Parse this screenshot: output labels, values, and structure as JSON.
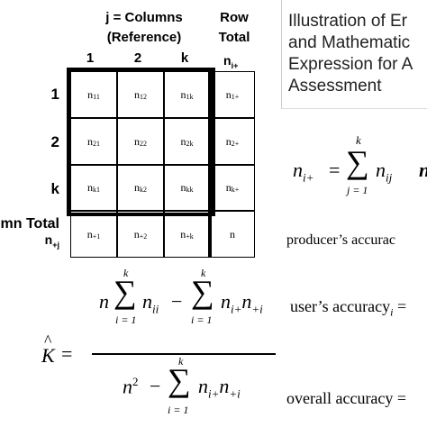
{
  "matrix": {
    "col_header_line1": "j = Columns",
    "col_header_line2": "(Reference)",
    "col_labels": [
      "1",
      "2",
      "k"
    ],
    "row_total_line1": "Row",
    "row_total_line2": "Total",
    "row_total_sym": "n",
    "row_total_sub": "i+",
    "row_labels": [
      "1",
      "2",
      "k"
    ],
    "col_total_label": "mn Total",
    "col_total_sym": "n",
    "col_total_sub": "+j",
    "cells": [
      [
        {
          "b": "n",
          "s": "11"
        },
        {
          "b": "n",
          "s": "12"
        },
        {
          "b": "n",
          "s": "1k"
        },
        {
          "b": "n",
          "s": "1+"
        }
      ],
      [
        {
          "b": "n",
          "s": "21"
        },
        {
          "b": "n",
          "s": "22"
        },
        {
          "b": "n",
          "s": "2k"
        },
        {
          "b": "n",
          "s": "2+"
        }
      ],
      [
        {
          "b": "n",
          "s": "k1"
        },
        {
          "b": "n",
          "s": "k2"
        },
        {
          "b": "n",
          "s": "kk"
        },
        {
          "b": "n",
          "s": "k+"
        }
      ],
      [
        {
          "b": "n",
          "s": "+1"
        },
        {
          "b": "n",
          "s": "+2"
        },
        {
          "b": "n",
          "s": "+k"
        },
        {
          "b": "n",
          "s": ""
        }
      ]
    ]
  },
  "title_lines": [
    "Illustration of Er",
    "and Mathematic",
    "Expression for A",
    "Assessment"
  ],
  "labels": {
    "producers": "producer’s accurac",
    "users": "user’s accuracy",
    "users_sub": "i",
    "users_eq": "=",
    "overall": "overall accuracy ="
  },
  "formula_row": {
    "lhs_n": "n",
    "lhs_sub": "i+",
    "eq": "=",
    "sum_top": "k",
    "sum_bot": "j = 1",
    "term_n": "n",
    "term_sub": "ij",
    "trailing": "n"
  },
  "kappa": {
    "lhs": "K",
    "hat": "^",
    "eq": "=",
    "num_n": "n",
    "sum_top": "k",
    "sum_bot": "i = 1",
    "num_term_sub": "ii",
    "minus": "−",
    "num_term2": "n",
    "num_term2_sub1": "i+",
    "num_term2b": "n",
    "num_term2_sub2": "+i",
    "den_n": "n",
    "den_sup": "2",
    "den_minus": "−"
  }
}
